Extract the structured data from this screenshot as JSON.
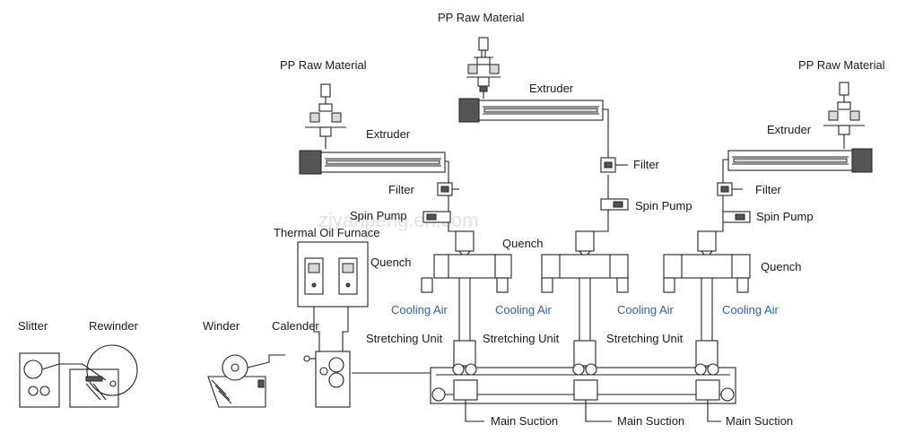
{
  "watermark": "ziyanpeng.en.com",
  "labels": {
    "pp_raw_material_center": "PP Raw Material",
    "pp_raw_material_left": "PP Raw Material",
    "pp_raw_material_right": "PP Raw Material",
    "extruder_center": "Extruder",
    "extruder_left": "Extruder",
    "extruder_right": "Extruder",
    "filter_center": "Filter",
    "filter_left": "Filter",
    "filter_right": "Filter",
    "spin_pump_center": "Spin Pump",
    "spin_pump_left": "Spin Pump",
    "spin_pump_right": "Spin Pump",
    "thermal_oil_furnace": "Thermal Oil Furnace",
    "quench_center": "Quench",
    "quench_left": "Quench",
    "quench_right": "Quench",
    "cooling_air_1": "Cooling Air",
    "cooling_air_2": "Cooling Air",
    "cooling_air_3": "Cooling Air",
    "cooling_air_4": "Cooling Air",
    "stretching_unit_1": "Stretching Unit",
    "stretching_unit_2": "Stretching Unit",
    "stretching_unit_3": "Stretching Unit",
    "main_suction_1": "Main Suction",
    "main_suction_2": "Main Suction",
    "main_suction_3": "Main Suction",
    "slitter": "Slitter",
    "rewinder": "Rewinder",
    "winder": "Winder",
    "calender": "Calender"
  }
}
